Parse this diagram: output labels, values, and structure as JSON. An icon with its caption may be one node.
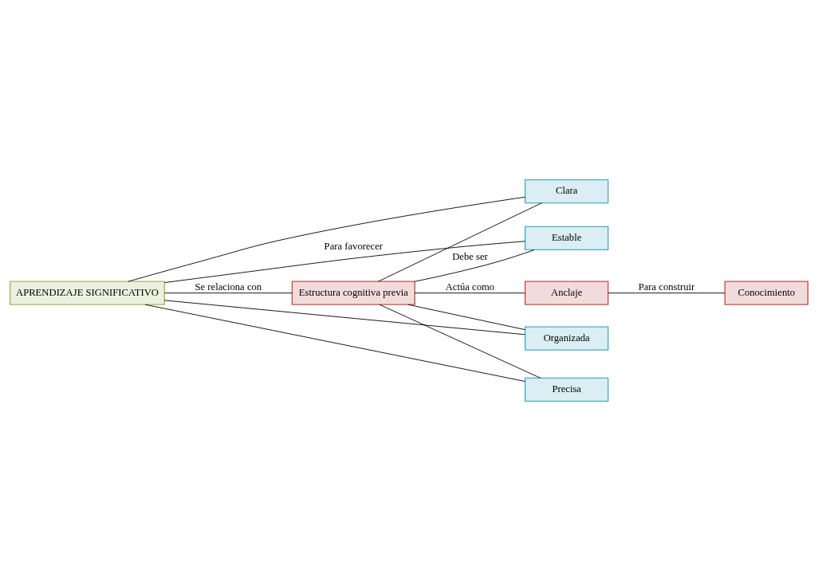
{
  "diagram": {
    "nodes": [
      {
        "text": [
          "APRENDIZAJE SIGNIFICATIVO"
        ]
      },
      {
        "text": [
          "Estructura cognitiva previa"
        ]
      },
      {
        "text": [
          "Clara"
        ]
      },
      {
        "text": [
          "Estable"
        ]
      },
      {
        "text": [
          "Organizada"
        ]
      },
      {
        "text": [
          "Precisa"
        ]
      },
      {
        "text": [
          "Anclaje"
        ]
      },
      {
        "text": [
          "Conocimiento"
        ]
      }
    ],
    "edges": [
      {
        "from": 0,
        "to": 1,
        "arrow": "none",
        "label": "Se relaciona con"
      },
      {
        "from": 1,
        "to": 2,
        "arrow": "none"
      },
      {
        "from": 1,
        "to": 3,
        "arrow": "none",
        "label": "Debe ser"
      },
      {
        "from": 1,
        "to": 4,
        "arrow": "none"
      },
      {
        "from": 1,
        "to": 5,
        "arrow": "none"
      },
      {
        "from": 2,
        "to": 0,
        "arrow": "none"
      },
      {
        "from": 3,
        "to": 0,
        "arrow": "none",
        "label": "Para favorecer"
      },
      {
        "from": 4,
        "to": 0,
        "arrow": "none"
      },
      {
        "from": 5,
        "to": 0,
        "arrow": "none"
      },
      {
        "from": 1,
        "to": 6,
        "arrow": "none",
        "label": "Actúa como"
      },
      {
        "from": 6,
        "to": 7,
        "arrow": "none",
        "label": "Para construir"
      }
    ]
  }
}
